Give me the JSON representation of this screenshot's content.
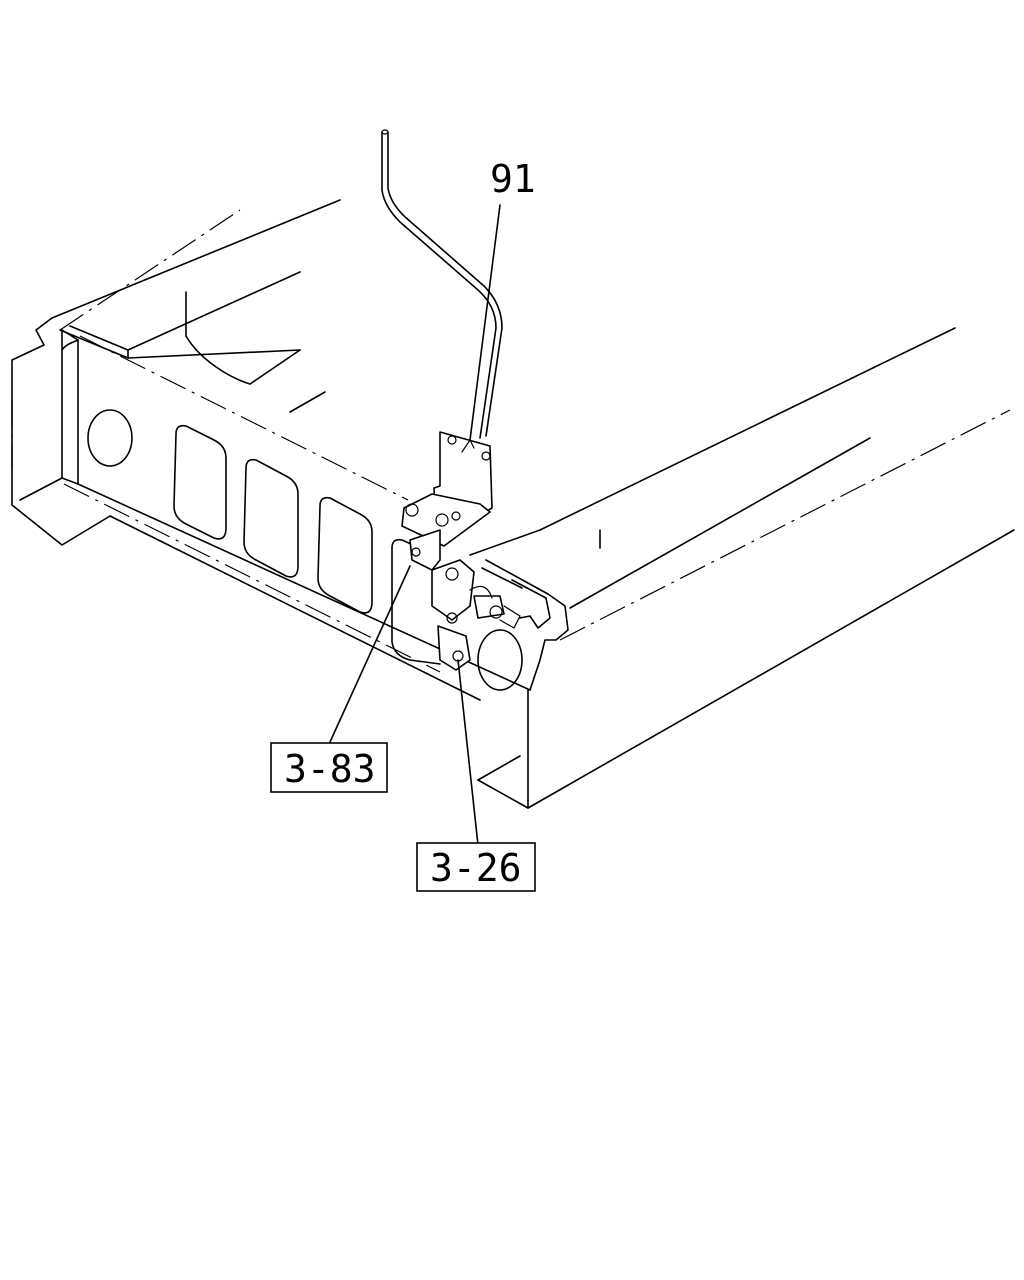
{
  "callouts": {
    "part_91": "91",
    "ref_3_83": "3-83",
    "ref_3_26": "3-26"
  },
  "colors": {
    "line": "#000000",
    "background": "#ffffff"
  }
}
